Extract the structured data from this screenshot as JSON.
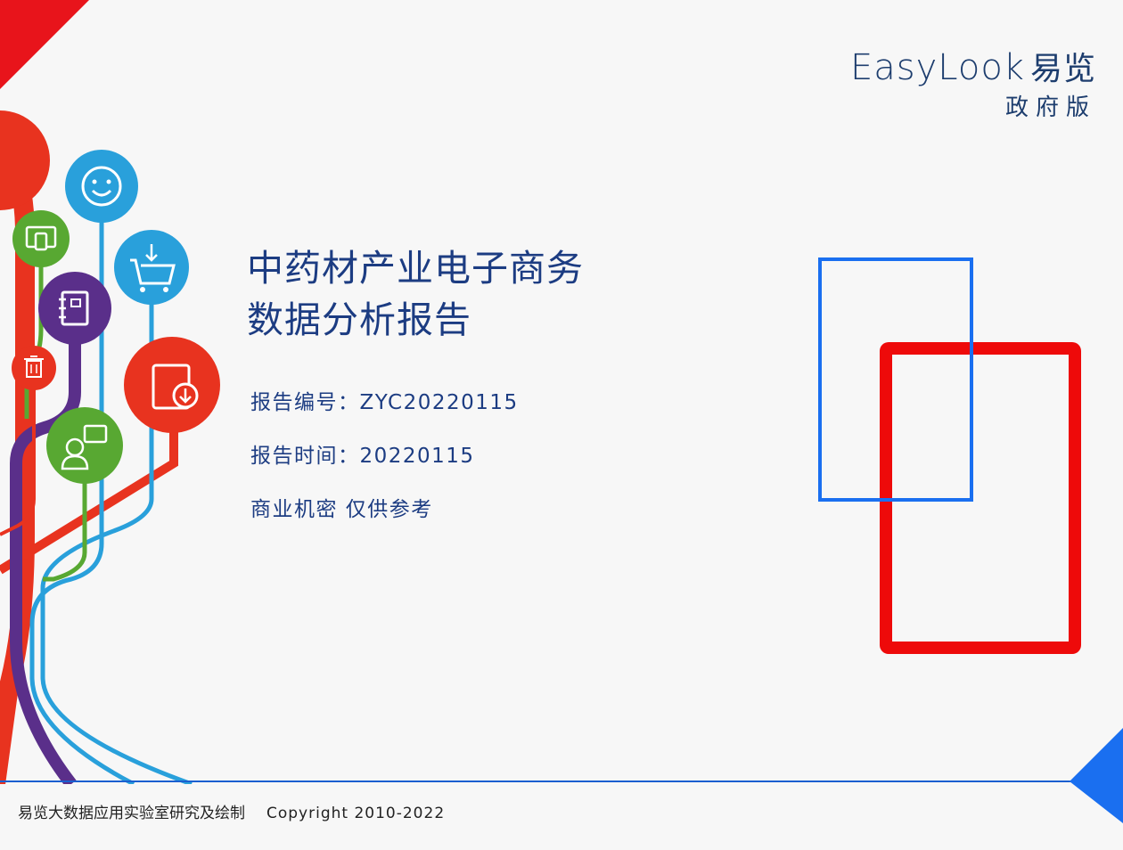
{
  "logo": {
    "wordmark": "EasyLook",
    "wordmark_cn": "易览",
    "edition": "政府版"
  },
  "report": {
    "title_line1": "中药材产业电子商务",
    "title_line2": "数据分析报告",
    "number_label": "报告编号：",
    "number_value": "ZYC20220115",
    "date_label": "报告时间：",
    "date_value": "20220115",
    "confidential": "商业机密 仅供参考"
  },
  "footer": {
    "lab": "易览大数据应用实验室研究及绘制",
    "copyright": "Copyright 2010-2022"
  },
  "colors": {
    "title": "#1c3c82",
    "blue_rect": "#1a6ff0",
    "red_rect": "#ee0a0a",
    "accent_red": "#e8141b"
  },
  "icons": [
    "smiley-icon",
    "mobile-device-icon",
    "shopping-cart-icon",
    "notebook-icon",
    "trash-icon",
    "document-download-icon",
    "customer-service-icon"
  ]
}
